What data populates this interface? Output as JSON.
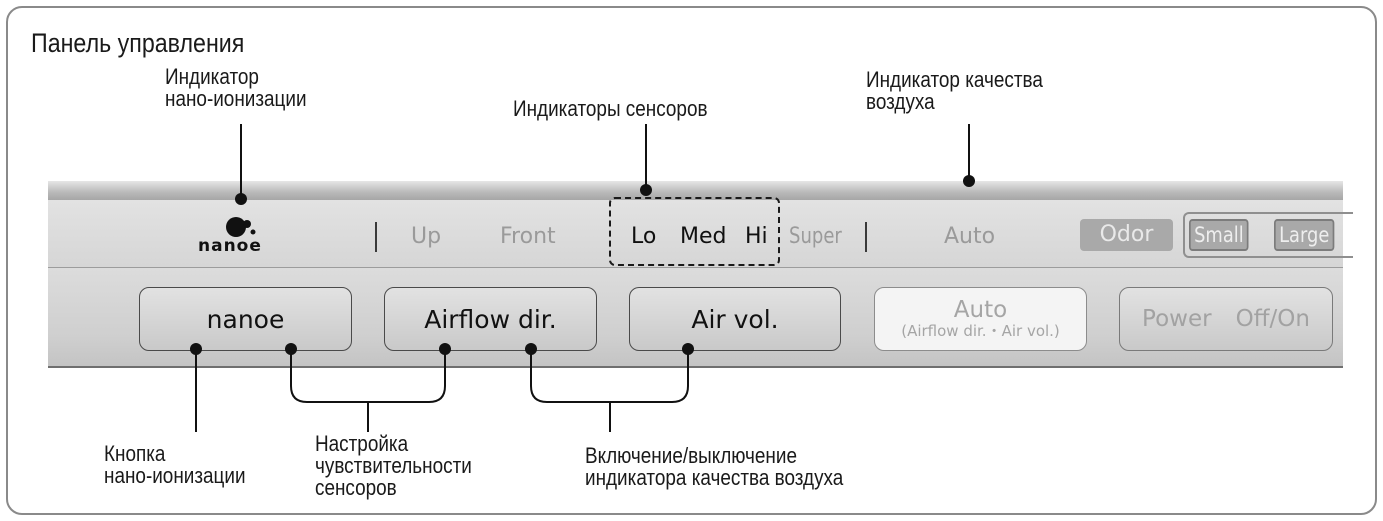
{
  "title": "Панель управления",
  "callouts": {
    "nanoe_indicator": [
      "Индикатор",
      "нано-ионизации"
    ],
    "sensor_indicators": "Индикаторы сенсоров",
    "air_quality_indicator": [
      "Индикатор качества",
      "воздуха"
    ],
    "nanoe_button": [
      "Кнопка",
      "нано-ионизации"
    ],
    "sensor_sensitivity": [
      "Настройка",
      "чувствительности",
      "сенсоров"
    ],
    "air_quality_toggle": [
      "Включение/выключение",
      "индикатора качества воздуха"
    ]
  },
  "indicators": {
    "nanoe_logo": "nanoe",
    "airflow": [
      "Up",
      "Front"
    ],
    "sensors": [
      "Lo",
      "Med",
      "Hi"
    ],
    "super": "Super",
    "auto": "Auto",
    "odor": "Odor",
    "size": [
      "Small",
      "Large"
    ]
  },
  "buttons": {
    "nanoe": "nanoe",
    "airflow_dir": "Airflow dir.",
    "air_vol": "Air vol.",
    "auto_main": "Auto",
    "auto_sub": "(Airflow dir.・Air vol.)",
    "power": [
      "Power",
      "Off/On"
    ]
  },
  "colors": {
    "active_text": "#101010",
    "inactive_text": "#9a9a9a",
    "panel": "#d6d6d6"
  },
  "icons": {
    "nanoe": "nanoe-logo-icon"
  }
}
